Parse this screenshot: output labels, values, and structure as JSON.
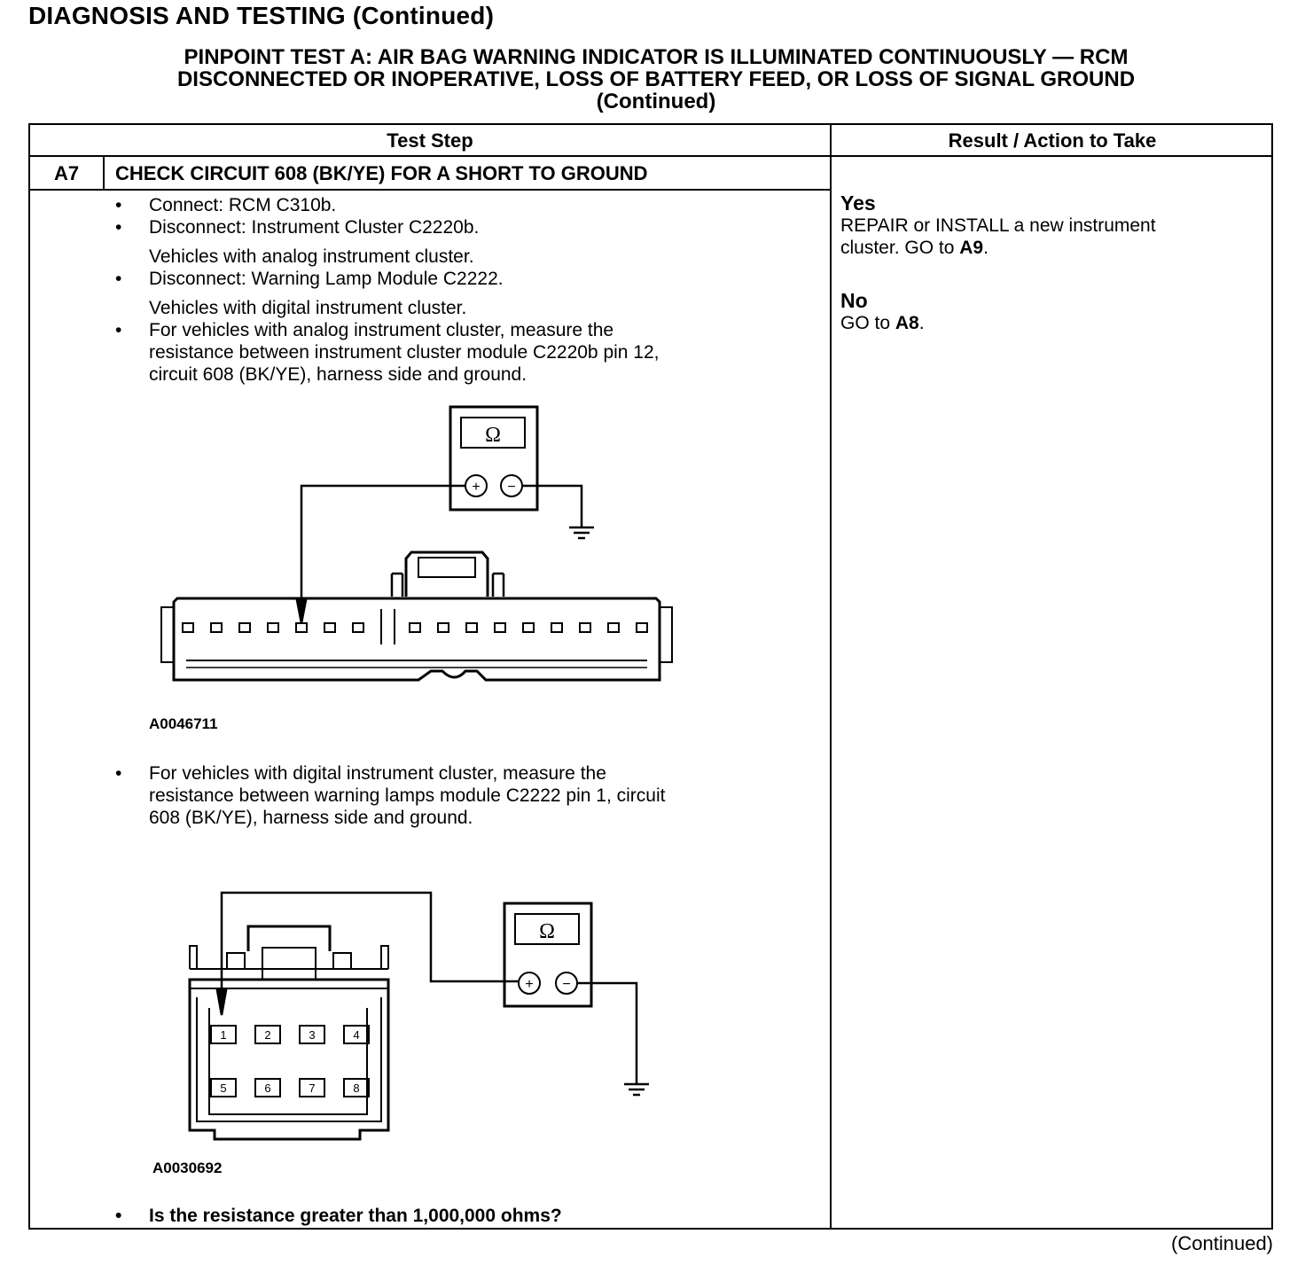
{
  "section_title": "DIAGNOSIS AND TESTING (Continued)",
  "test_title": {
    "line1": "PINPOINT TEST A: AIR BAG WARNING INDICATOR IS ILLUMINATED CONTINUOUSLY — RCM",
    "line2": "DISCONNECTED OR INOPERATIVE, LOSS OF BATTERY FEED, OR LOSS OF SIGNAL GROUND",
    "line3": "(Continued)"
  },
  "table": {
    "col_test_step": "Test Step",
    "col_result": "Result / Action to Take"
  },
  "step": {
    "id": "A7",
    "title": "CHECK CIRCUIT 608 (BK/YE) FOR A SHORT TO GROUND",
    "b1": "Connect: RCM C310b.",
    "b2": "Disconnect: Instrument Cluster C2220b.",
    "note1": "Vehicles with analog instrument cluster.",
    "b3": "Disconnect: Warning Lamp Module C2222.",
    "note2": "Vehicles with digital instrument cluster.",
    "b4_l1": "For vehicles with analog instrument cluster, measure the",
    "b4_l2": "resistance between instrument cluster module C2220b pin 12,",
    "b4_l3": "circuit 608 (BK/YE), harness side and ground.",
    "fig1_id": "A0046711",
    "b5_l1": "For vehicles with digital instrument cluster, measure the",
    "b5_l2": "resistance between warning lamps module C2222 pin 1, circuit",
    "b5_l3": "608 (BK/YE), harness side and ground.",
    "fig2_id": "A0030692",
    "question": "Is the resistance greater than 1,000,000 ohms?"
  },
  "result": {
    "yes_label": "Yes",
    "yes_l1": "REPAIR or INSTALL a new instrument",
    "yes_l2_pre": "cluster. GO to ",
    "yes_target": "A9",
    "yes_end": ".",
    "no_label": "No",
    "no_pre": "GO to ",
    "no_target": "A8",
    "no_end": "."
  },
  "meter": {
    "symbol": "Ω",
    "plus": "+",
    "minus": "−"
  },
  "connector2_pins": [
    "1",
    "2",
    "3",
    "4",
    "5",
    "6",
    "7",
    "8"
  ],
  "bullet": "•",
  "continued": "(Continued)"
}
